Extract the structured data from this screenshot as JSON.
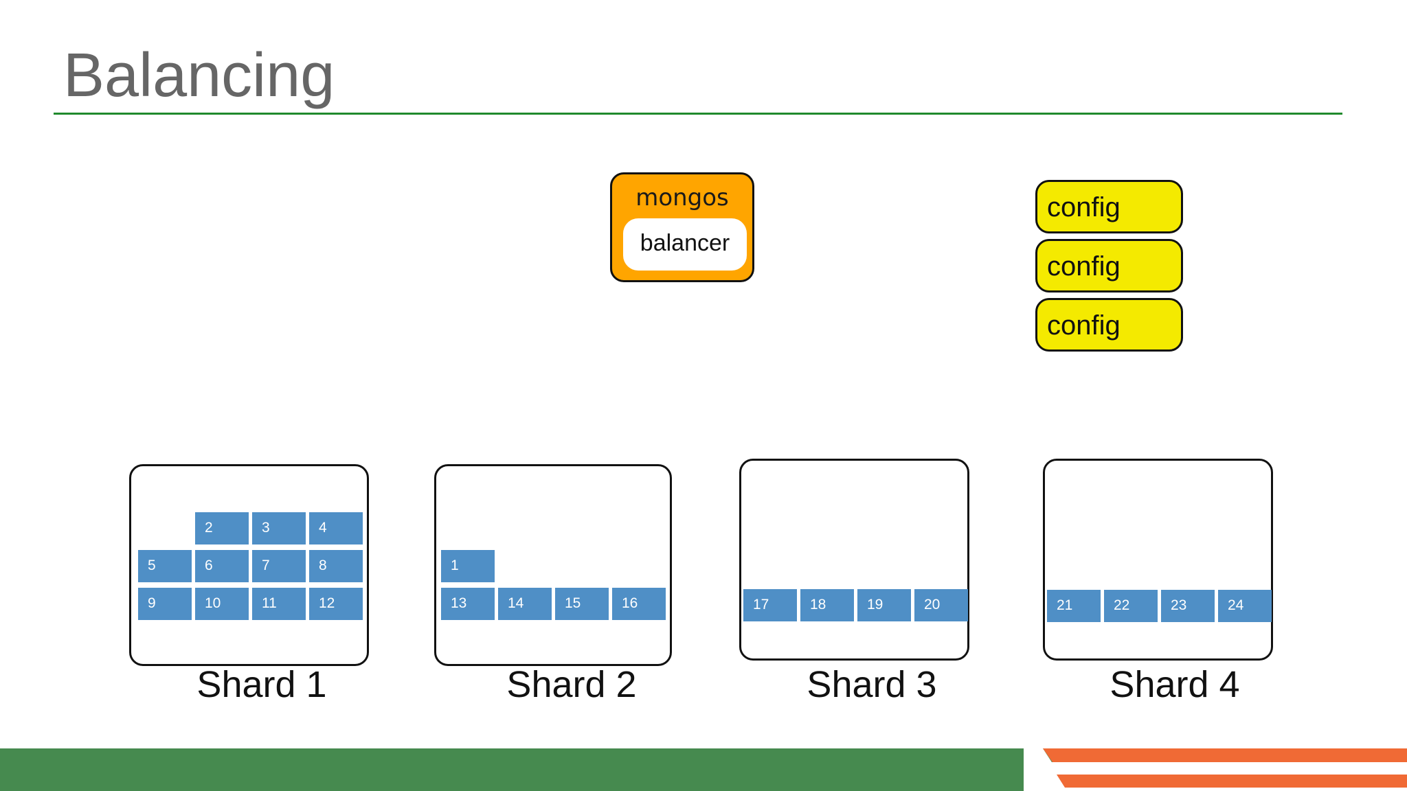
{
  "slide": {
    "title": "Balancing"
  },
  "mongos": {
    "label": "mongos",
    "balancer_label": "balancer"
  },
  "config_servers": [
    "config",
    "config",
    "config"
  ],
  "shards": [
    {
      "label": "Shard 1",
      "rows": [
        [
          "",
          "2",
          "3",
          "4"
        ],
        [
          "5",
          "6",
          "7",
          "8"
        ],
        [
          "9",
          "10",
          "11",
          "12"
        ]
      ]
    },
    {
      "label": "Shard 2",
      "rows": [
        [
          "1",
          "",
          "",
          ""
        ],
        [
          "13",
          "14",
          "15",
          "16"
        ]
      ]
    },
    {
      "label": "Shard 3",
      "rows": [
        [
          "17",
          "18",
          "19",
          "20"
        ]
      ]
    },
    {
      "label": "Shard 4",
      "rows": [
        [
          "21",
          "22",
          "23",
          "24"
        ]
      ]
    }
  ],
  "colors": {
    "title_rule": "#1f8a2c",
    "mongos": "#ffa500",
    "config": "#f4ea00",
    "chunk": "#4f8fc6",
    "footer_green": "#468a4f",
    "footer_orange": "#f06a35"
  }
}
